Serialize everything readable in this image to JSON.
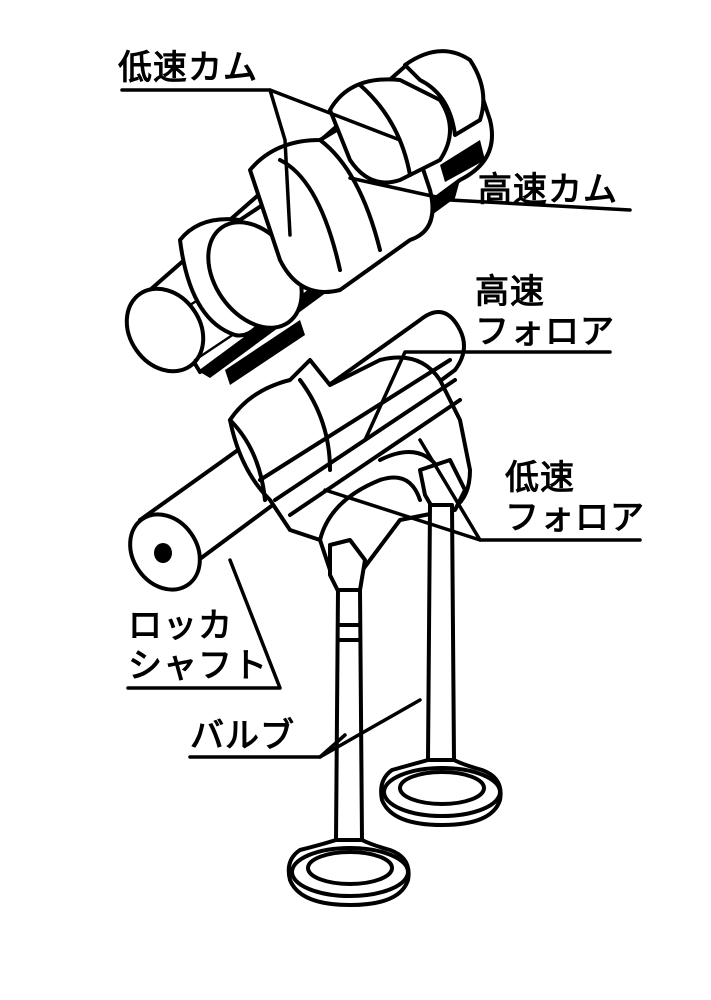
{
  "labels": {
    "low_cam": "低速カム",
    "high_cam": "高速カム",
    "high_follower_1": "高速",
    "high_follower_2": "フォロア",
    "low_follower_1": "低速",
    "low_follower_2": "フォロア",
    "rocker_shaft_1": "ロッカ",
    "rocker_shaft_2": "シャフト",
    "valve": "バルブ"
  }
}
